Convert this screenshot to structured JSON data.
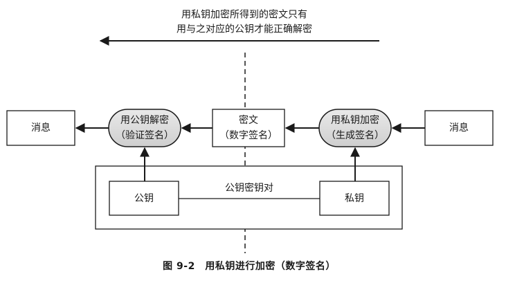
{
  "diagram": {
    "top_note": {
      "line1": "用私钥加密所得到的密文只有",
      "line2": "用与之对应的公钥才能正确解密"
    },
    "nodes": {
      "message_left": "消息",
      "decrypt_line1": "用公钥解密",
      "decrypt_line2": "（验证签名）",
      "ciphertext_line1": "密文",
      "ciphertext_line2": "（数字签名）",
      "encrypt_line1": "用私钥加密",
      "encrypt_line2": "（生成签名）",
      "message_right": "消息",
      "public_key": "公钥",
      "private_key": "私钥",
      "key_pair": "公钥密钥对"
    },
    "caption": "图 9-2　用私钥进行加密（数字签名）"
  }
}
